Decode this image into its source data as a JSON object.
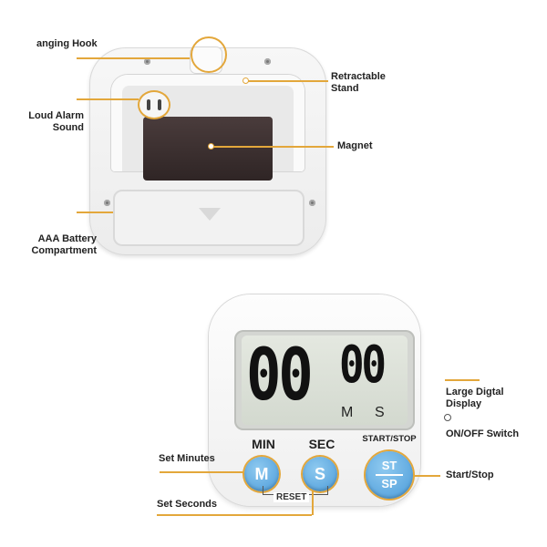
{
  "back_view": {
    "labels": {
      "hanging_hook": "anging Hook",
      "retractable_stand_line1": "Retractable",
      "retractable_stand_line2": "Stand",
      "loud_alarm_line1": "Loud Alarm",
      "loud_alarm_line2": "Sound",
      "magnet": "Magnet",
      "battery_line1": "AAA Battery",
      "battery_line2": "Compartment"
    }
  },
  "front_view": {
    "display": {
      "minutes": "00",
      "seconds": "00",
      "minutes_unit": "M",
      "seconds_unit": "S"
    },
    "buttons": {
      "min_label": "MIN",
      "sec_label": "SEC",
      "start_stop_label": "START/STOP",
      "min_button": "M",
      "sec_button": "S",
      "st_text": "ST",
      "sp_text": "SP",
      "reset_label": "RESET"
    },
    "callouts": {
      "large_display_line1": "Large Digtal",
      "large_display_line2": "Display",
      "on_off_switch": "ON/OFF Switch",
      "set_minutes": "Set Minutes",
      "set_seconds": "Set Seconds",
      "start_stop": "Start/Stop"
    }
  },
  "colors": {
    "accent": "#e3a73b",
    "button_blue": "#5aa8e0",
    "lcd": "#dde2d8"
  }
}
